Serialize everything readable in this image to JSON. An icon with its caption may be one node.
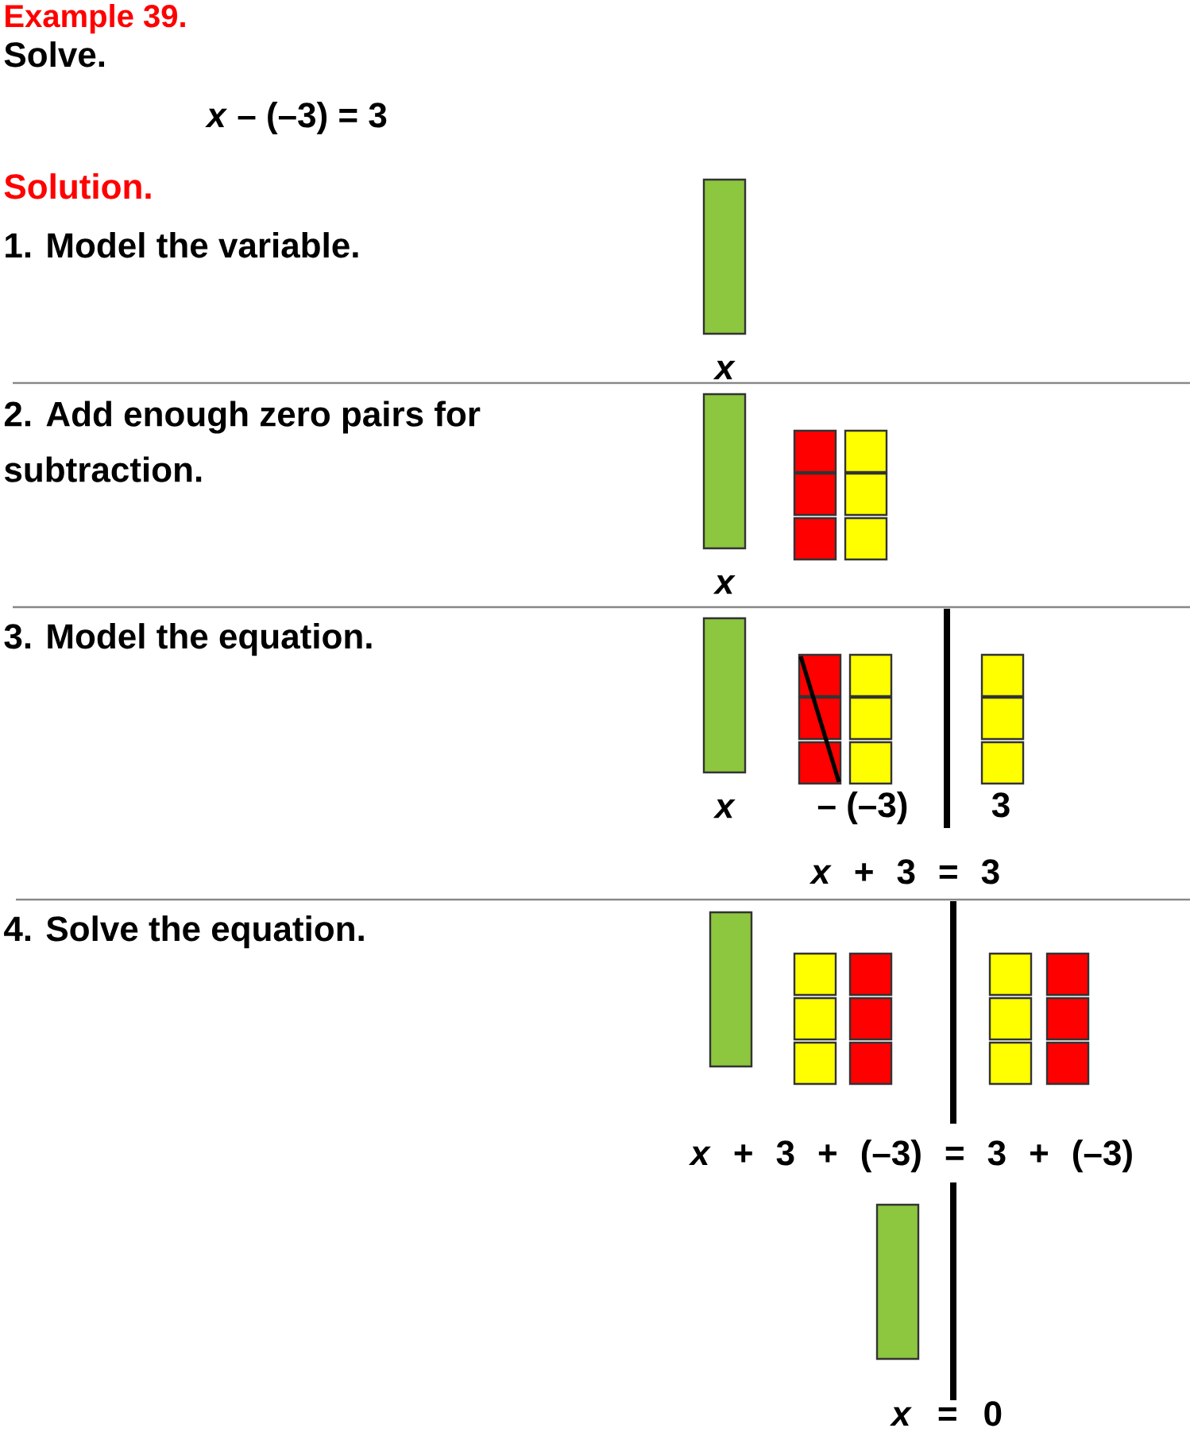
{
  "diagram": {
    "title": "Example 39.",
    "nodes": [
      {
        "text": [],
        "shape": "bar",
        "beside": [
          "x"
        ]
      },
      {
        "text": [],
        "shape": "bar",
        "beside": [
          "x"
        ]
      },
      {
        "text": [],
        "shape": "box"
      },
      {
        "text": [],
        "shape": "box"
      },
      {
        "text": [],
        "shape": "box"
      },
      {
        "text": [],
        "shape": "box"
      },
      {
        "text": [],
        "shape": "box"
      },
      {
        "text": [],
        "shape": "box"
      },
      {
        "text": [],
        "shape": "bar",
        "beside": [
          "x"
        ]
      },
      {
        "text": [],
        "shape": "box"
      },
      {
        "text": [],
        "shape": "box"
      },
      {
        "text": [],
        "shape": "box"
      },
      {
        "text": [],
        "shape": "box"
      },
      {
        "text": [],
        "shape": "box"
      },
      {
        "text": [],
        "shape": "box"
      },
      {
        "text": [],
        "shape": "box"
      },
      {
        "text": [],
        "shape": "box"
      },
      {
        "text": [],
        "shape": "box"
      },
      {
        "text": [],
        "shape": "bar"
      },
      {
        "text": [],
        "shape": "box"
      },
      {
        "text": [],
        "shape": "box"
      },
      {
        "text": [],
        "shape": "box"
      },
      {
        "text": [],
        "shape": "box"
      },
      {
        "text": [],
        "shape": "box"
      },
      {
        "text": [],
        "shape": "box"
      },
      {
        "text": [],
        "shape": "box"
      },
      {
        "text": [],
        "shape": "box"
      },
      {
        "text": [],
        "shape": "box"
      },
      {
        "text": [],
        "shape": "box"
      },
      {
        "text": [],
        "shape": "box"
      },
      {
        "text": [],
        "shape": "box"
      },
      {
        "text": [],
        "shape": "bar"
      }
    ],
    "labels": [
      "Solve.",
      "*x* – (–3) = 3",
      "Solution.",
      "1. Model the variable.",
      "2. Add enough zero pairs for subtraction.",
      "3. Model the equation.",
      "– (–3)",
      "3",
      "*x* + 3 = 3",
      "4. Solve the equation.",
      "*x* + 3 + (–3) = 3 + (–3)",
      "*x* = 0"
    ]
  }
}
